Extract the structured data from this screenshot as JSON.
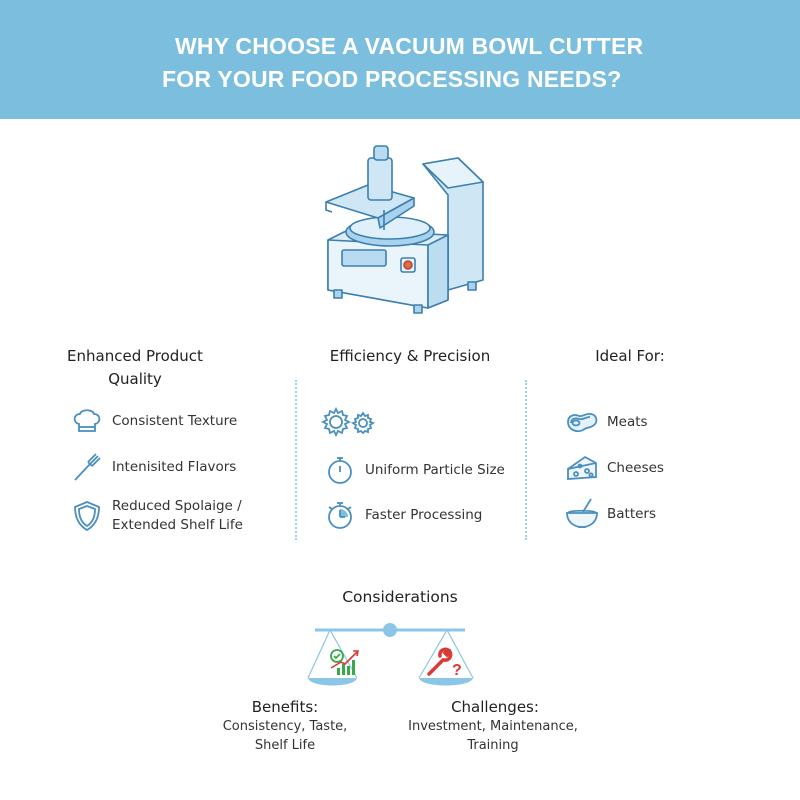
{
  "header": {
    "title_line1": "WHY CHOOSE A VACUUM BOWL CUTTER",
    "title_line2": "FOR YOUR FOOD PROCESSING NEEDS?",
    "background_color": "#7bbedd"
  },
  "hero": {
    "icon": "vacuum-bowl-cutter-machine-illustration"
  },
  "columns": [
    {
      "title_line1": "Enhanced Product",
      "title_line2": "Quality",
      "items": [
        {
          "icon": "chef-hat-icon",
          "label": "Consistent Texture"
        },
        {
          "icon": "fork-icon",
          "label": "Intenisited Flavors"
        },
        {
          "icon": "shield-icon",
          "label_line1": "Reduced Spolaige /",
          "label_line2": "Extended Shelf Life"
        }
      ]
    },
    {
      "title_line1": "Efficiency & Precision",
      "items": [
        {
          "icon": "gears-icon",
          "label": ""
        },
        {
          "icon": "stopwatch-icon",
          "label": "Uniform Particle Size"
        },
        {
          "icon": "timer-icon",
          "label": "Faster Processing"
        }
      ]
    },
    {
      "title_line1": "Ideal For:",
      "items": [
        {
          "icon": "steak-icon",
          "label": "Meats"
        },
        {
          "icon": "cheese-icon",
          "label": "Cheeses"
        },
        {
          "icon": "mixing-bowl-icon",
          "label": "Batters"
        }
      ]
    }
  ],
  "considerations": {
    "title": "Considerations",
    "benefits": {
      "heading": "Benefits:",
      "line1": "Consistency, Taste,",
      "line2": "Shelf Life",
      "icon": "growth-chart-check-icon"
    },
    "challenges": {
      "heading": "Challenges:",
      "line1": "Investment, Maintenance,",
      "line2": "Training",
      "icon": "wrench-question-icon"
    }
  },
  "colors": {
    "accent_blue": "#7bbedd",
    "icon_blue": "#4a8fc0",
    "divider": "#9fd0ec",
    "benefit_green": "#3aa845",
    "challenge_red": "#d93a35"
  }
}
